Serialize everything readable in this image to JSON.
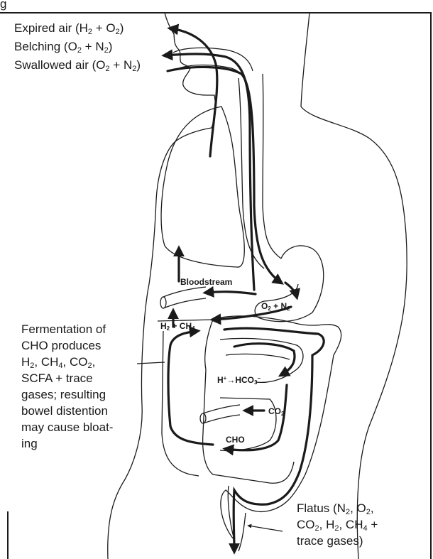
{
  "header": {
    "partial_text": "g"
  },
  "labels": {
    "expired_air": [
      "Expired air (H",
      "2",
      " + O",
      "2",
      ")"
    ],
    "belching": [
      "Belching (O",
      "2",
      " + N",
      "2",
      ")"
    ],
    "swallowed_air": [
      "Swallowed air (O",
      "2",
      " + N",
      "2",
      ")"
    ],
    "fermentation": [
      "Fermentation of",
      "CHO produces",
      [
        "H",
        "2",
        ", CH",
        "4",
        ", CO",
        "2",
        ","
      ],
      "SCFA + trace",
      "gases; resulting",
      "bowel distention",
      "may cause bloat-",
      "ing"
    ],
    "flatus": [
      [
        "Flatus (N",
        "2",
        ", O",
        "2",
        ","
      ],
      [
        "CO",
        "2",
        ", H",
        "2",
        ", CH",
        "4",
        " +"
      ],
      "trace gases)"
    ]
  },
  "diagram_labels": {
    "bloodstream": "Bloodstream",
    "o2_n2": [
      "O",
      "2",
      " + N",
      "2"
    ],
    "h2_ch4": [
      "H",
      "2",
      " + CH",
      "4"
    ],
    "h_hco3": [
      "H",
      "+",
      "→HCO",
      "3",
      "−"
    ],
    "co2": [
      "CO",
      "2"
    ],
    "cho": "CHO"
  },
  "colors": {
    "ink": "#1a1a1a",
    "background": "#ffffff"
  }
}
